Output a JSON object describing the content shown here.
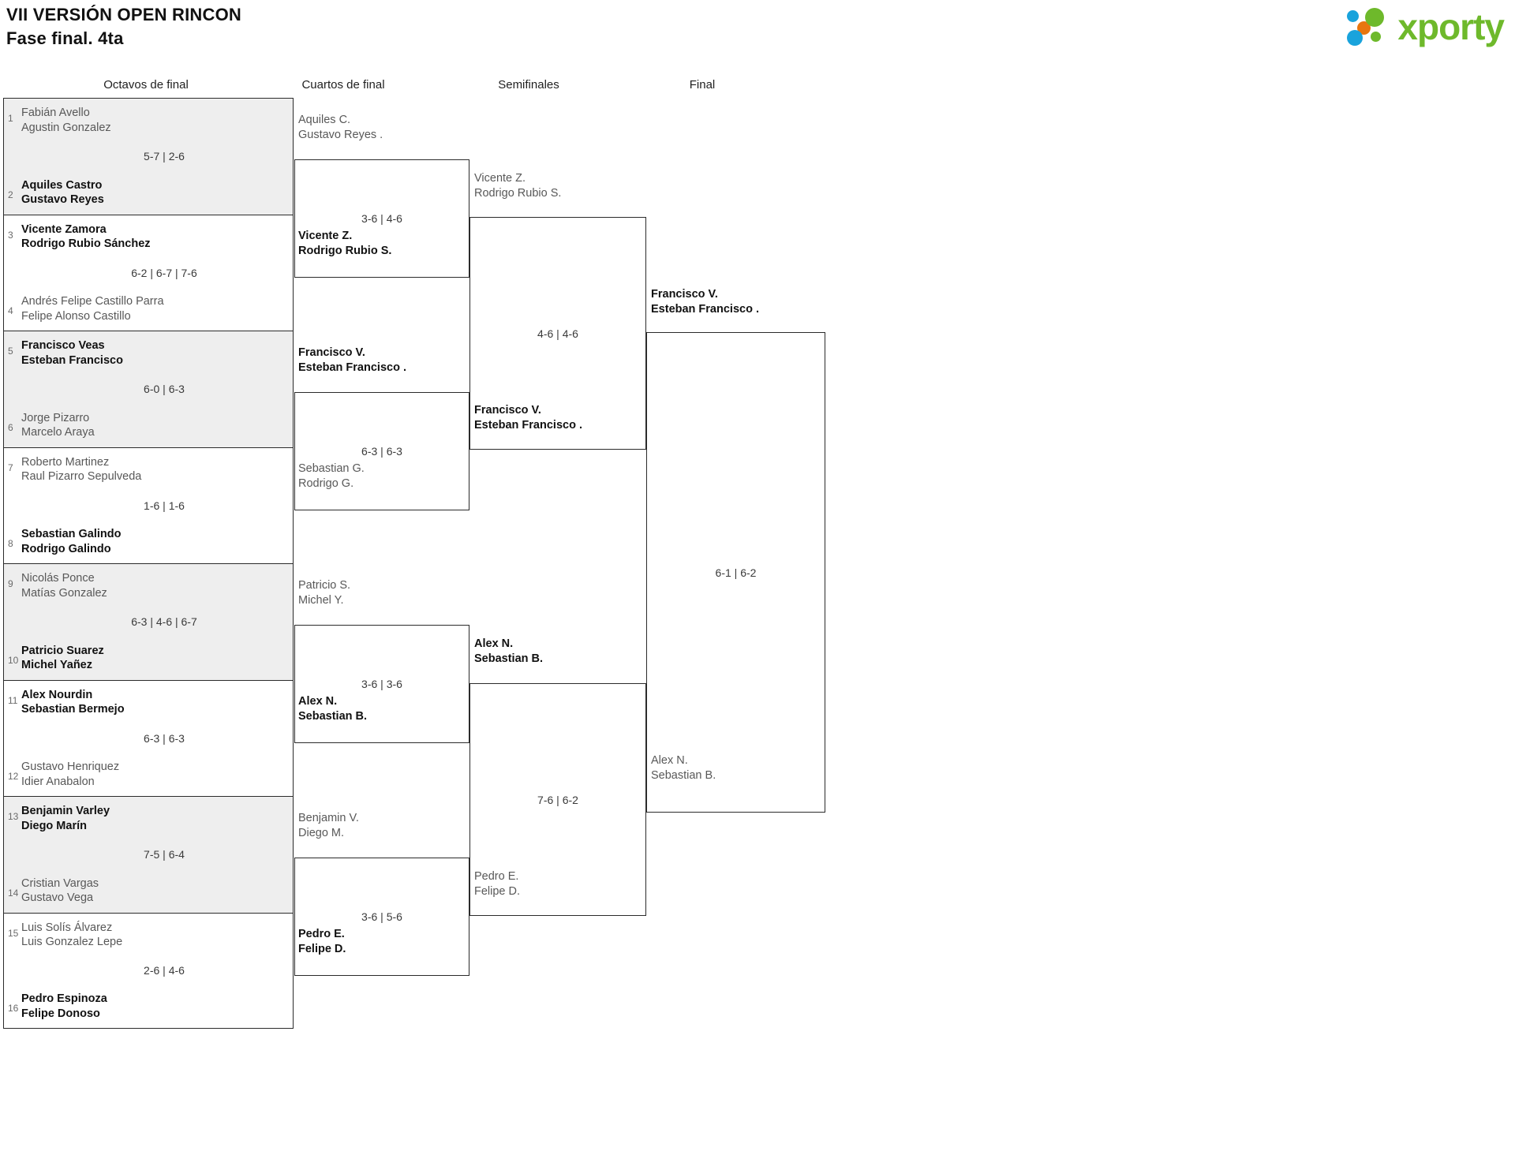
{
  "header": {
    "tournament_title": "VII VERSIÓN OPEN RINCON",
    "phase_title": "Fase final. 4ta",
    "brand": "xporty",
    "brand_colors": {
      "green": "#6eb92b",
      "blue": "#19a3dc",
      "orange": "#e8760f"
    }
  },
  "rounds": [
    {
      "id": "r16",
      "label": "Octavos de final"
    },
    {
      "id": "qf",
      "label": "Cuartos de final"
    },
    {
      "id": "sf",
      "label": "Semifinales"
    },
    {
      "id": "f",
      "label": "Final"
    }
  ],
  "r16": {
    "matches": [
      {
        "score": "5-7 | 2-6",
        "top": {
          "seed": "1",
          "p1": "Fabián Avello",
          "p2": "Agustin Gonzalez",
          "result": "loser"
        },
        "bottom": {
          "seed": "2",
          "p1": "Aquiles Castro",
          "p2": "Gustavo Reyes",
          "result": "winner"
        }
      },
      {
        "score": "6-2 | 6-7 | 7-6",
        "top": {
          "seed": "3",
          "p1": "Vicente Zamora",
          "p2": "Rodrigo Rubio Sánchez",
          "result": "winner"
        },
        "bottom": {
          "seed": "4",
          "p1": "Andrés Felipe Castillo Parra",
          "p2": "Felipe Alonso Castillo",
          "result": "loser"
        }
      },
      {
        "score": "6-0 | 6-3",
        "top": {
          "seed": "5",
          "p1": "Francisco Veas",
          "p2": "Esteban Francisco",
          "result": "winner"
        },
        "bottom": {
          "seed": "6",
          "p1": "Jorge Pizarro",
          "p2": "Marcelo Araya",
          "result": "loser"
        }
      },
      {
        "score": "1-6 | 1-6",
        "top": {
          "seed": "7",
          "p1": "Roberto Martinez",
          "p2": "Raul Pizarro Sepulveda",
          "result": "loser"
        },
        "bottom": {
          "seed": "8",
          "p1": "Sebastian Galindo",
          "p2": "Rodrigo Galindo",
          "result": "winner"
        }
      },
      {
        "score": "6-3 | 4-6 | 6-7",
        "top": {
          "seed": "9",
          "p1": "Nicolás Ponce",
          "p2": "Matías Gonzalez",
          "result": "loser"
        },
        "bottom": {
          "seed": "10",
          "p1": "Patricio Suarez",
          "p2": "Michel Yañez",
          "result": "winner"
        }
      },
      {
        "score": "6-3 | 6-3",
        "top": {
          "seed": "11",
          "p1": "Alex Nourdin",
          "p2": "Sebastian Bermejo",
          "result": "winner"
        },
        "bottom": {
          "seed": "12",
          "p1": "Gustavo Henriquez",
          "p2": "Idier Anabalon",
          "result": "loser"
        }
      },
      {
        "score": "7-5 | 6-4",
        "top": {
          "seed": "13",
          "p1": "Benjamin Varley",
          "p2": "Diego Marín",
          "result": "winner"
        },
        "bottom": {
          "seed": "14",
          "p1": "Cristian Vargas",
          "p2": "Gustavo Vega",
          "result": "loser"
        }
      },
      {
        "score": "2-6 | 4-6",
        "top": {
          "seed": "15",
          "p1": "Luis Solís Álvarez",
          "p2": "Luis Gonzalez Lepe",
          "result": "loser"
        },
        "bottom": {
          "seed": "16",
          "p1": "Pedro Espinoza",
          "p2": "Felipe Donoso",
          "result": "winner"
        }
      }
    ]
  },
  "qf": {
    "matches": [
      {
        "score": "3-6 | 4-6",
        "top": {
          "p1": "Aquiles C.",
          "p2": "Gustavo Reyes .",
          "result": "loser"
        },
        "bottom": {
          "p1": "Vicente Z.",
          "p2": "Rodrigo Rubio S.",
          "result": "winner"
        }
      },
      {
        "score": "6-3 | 6-3",
        "top": {
          "p1": "Francisco V.",
          "p2": "Esteban Francisco .",
          "result": "winner"
        },
        "bottom": {
          "p1": "Sebastian G.",
          "p2": "Rodrigo G.",
          "result": "loser"
        }
      },
      {
        "score": "3-6 | 3-6",
        "top": {
          "p1": "Patricio S.",
          "p2": "Michel Y.",
          "result": "loser"
        },
        "bottom": {
          "p1": "Alex N.",
          "p2": "Sebastian B.",
          "result": "winner"
        }
      },
      {
        "score": "3-6 | 5-6",
        "top": {
          "p1": "Benjamin V.",
          "p2": "Diego M.",
          "result": "loser"
        },
        "bottom": {
          "p1": "Pedro E.",
          "p2": "Felipe D.",
          "result": "winner"
        }
      }
    ]
  },
  "sf": {
    "matches": [
      {
        "score": "4-6 | 4-6",
        "top": {
          "p1": "Vicente Z.",
          "p2": "Rodrigo Rubio S.",
          "result": "loser"
        },
        "bottom": {
          "p1": "Francisco V.",
          "p2": "Esteban Francisco .",
          "result": "winner"
        }
      },
      {
        "score": "7-6 | 6-2",
        "top": {
          "p1": "Alex N.",
          "p2": "Sebastian B.",
          "result": "winner"
        },
        "bottom": {
          "p1": "Pedro E.",
          "p2": "Felipe D.",
          "result": "loser"
        }
      }
    ]
  },
  "final": {
    "matches": [
      {
        "score": "6-1 | 6-2",
        "top": {
          "p1": "Francisco V.",
          "p2": "Esteban Francisco .",
          "result": "winner"
        },
        "bottom": {
          "p1": "Alex N.",
          "p2": "Sebastian B.",
          "result": "loser"
        }
      }
    ]
  }
}
